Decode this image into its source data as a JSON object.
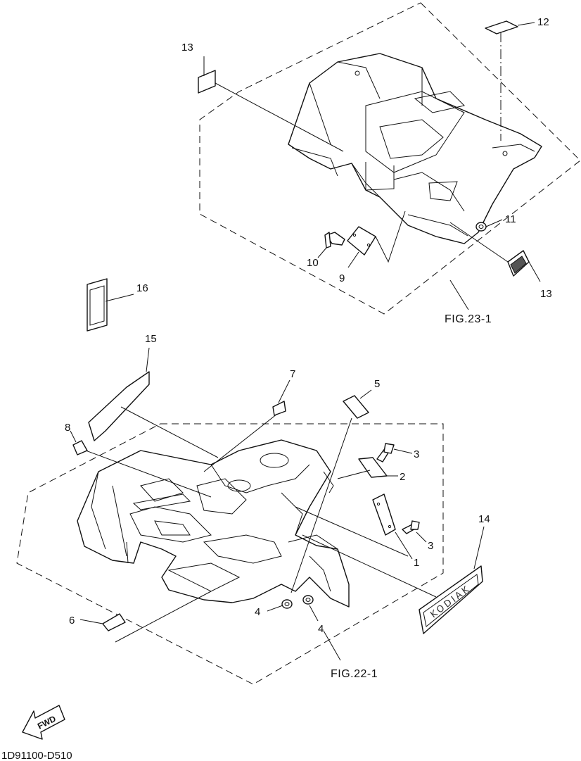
{
  "diagram": {
    "figure_refs": {
      "rear": "FIG.23-1",
      "front": "FIG.22-1"
    },
    "drawing_code": "1D91100-D510",
    "direction_label": "FWD",
    "callouts": {
      "c1": "1",
      "c2": "2",
      "c3a": "3",
      "c3b": "3",
      "c4a": "4",
      "c4b": "4",
      "c5": "5",
      "c6": "6",
      "c7": "7",
      "c8": "8",
      "c9": "9",
      "c10": "10",
      "c11": "11",
      "c12": "12",
      "c13a": "13",
      "c13b": "13",
      "c14": "14",
      "c15": "15",
      "c16": "16"
    },
    "decal_text": "KODIAK"
  }
}
